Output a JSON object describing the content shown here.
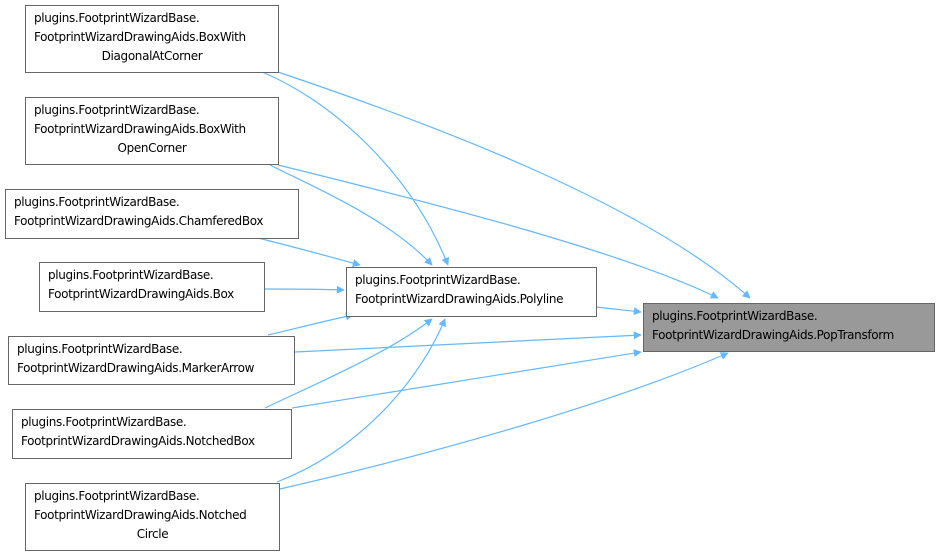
{
  "graph": {
    "type": "call-graph",
    "edge_color": "#63b8ff",
    "target_fill": "#999999",
    "nodes": [
      {
        "id": "box_with_diagonal",
        "lines": [
          "plugins.FootprintWizardBase.",
          "FootprintWizardDrawingAids.BoxWith",
          "DiagonalAtCorner"
        ]
      },
      {
        "id": "box_with_open",
        "lines": [
          "plugins.FootprintWizardBase.",
          "FootprintWizardDrawingAids.BoxWith",
          "OpenCorner"
        ]
      },
      {
        "id": "chamfered_box",
        "lines": [
          "plugins.FootprintWizardBase.",
          "FootprintWizardDrawingAids.ChamferedBox"
        ]
      },
      {
        "id": "box",
        "lines": [
          "plugins.FootprintWizardBase.",
          "FootprintWizardDrawingAids.Box"
        ]
      },
      {
        "id": "marker_arrow",
        "lines": [
          "plugins.FootprintWizardBase.",
          "FootprintWizardDrawingAids.MarkerArrow"
        ]
      },
      {
        "id": "notched_box",
        "lines": [
          "plugins.FootprintWizardBase.",
          "FootprintWizardDrawingAids.NotchedBox"
        ]
      },
      {
        "id": "notched_circle",
        "lines": [
          "plugins.FootprintWizardBase.",
          "FootprintWizardDrawingAids.Notched",
          "Circle"
        ]
      },
      {
        "id": "polyline",
        "lines": [
          "plugins.FootprintWizardBase.",
          "FootprintWizardDrawingAids.Polyline"
        ]
      },
      {
        "id": "pop_transform",
        "lines": [
          "plugins.FootprintWizardBase.",
          "FootprintWizardDrawingAids.PopTransform"
        ]
      }
    ],
    "edges": [
      {
        "from": "box_with_diagonal",
        "to": "polyline"
      },
      {
        "from": "box_with_diagonal",
        "to": "pop_transform"
      },
      {
        "from": "box_with_open",
        "to": "polyline"
      },
      {
        "from": "box_with_open",
        "to": "pop_transform"
      },
      {
        "from": "chamfered_box",
        "to": "polyline"
      },
      {
        "from": "box",
        "to": "polyline"
      },
      {
        "from": "marker_arrow",
        "to": "polyline"
      },
      {
        "from": "marker_arrow",
        "to": "pop_transform"
      },
      {
        "from": "notched_box",
        "to": "polyline"
      },
      {
        "from": "notched_box",
        "to": "pop_transform"
      },
      {
        "from": "notched_circle",
        "to": "polyline"
      },
      {
        "from": "notched_circle",
        "to": "pop_transform"
      },
      {
        "from": "polyline",
        "to": "pop_transform"
      }
    ]
  }
}
